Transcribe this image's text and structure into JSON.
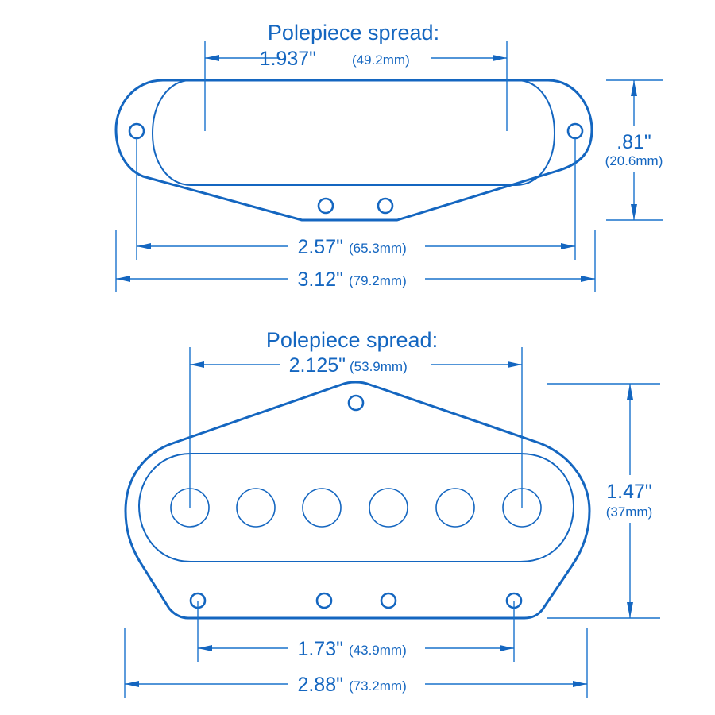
{
  "colors": {
    "line": "#1466c0",
    "background": "#ffffff"
  },
  "top_pickup": {
    "polepiece_label": "Polepiece spread:",
    "polepiece_in": "1.937\"",
    "polepiece_mm": "(49.2mm)",
    "height_in": ".81\"",
    "height_mm": "(20.6mm)",
    "mount_in": "2.57\"",
    "mount_mm": "(65.3mm)",
    "overall_in": "3.12\"",
    "overall_mm": "(79.2mm)"
  },
  "bottom_pickup": {
    "polepiece_label": "Polepiece spread:",
    "polepiece_in": "2.125\"",
    "polepiece_mm": "(53.9mm)",
    "height_in": "1.47\"",
    "height_mm": "(37mm)",
    "mount_in": "1.73\"",
    "mount_mm": "(43.9mm)",
    "overall_in": "2.88\"",
    "overall_mm": "(73.2mm)"
  }
}
